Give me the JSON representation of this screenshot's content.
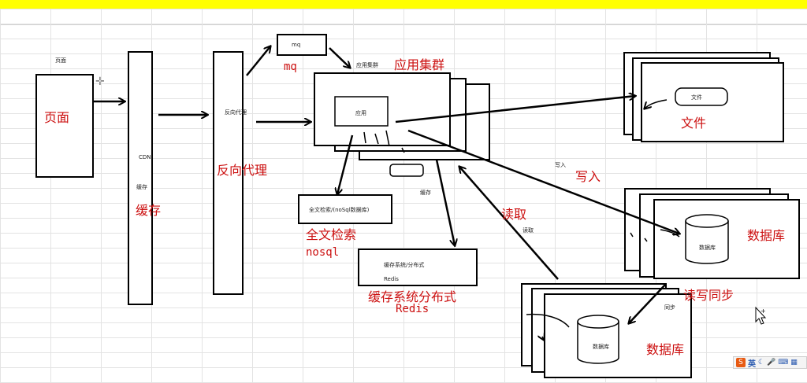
{
  "colors": {
    "toolbar": "#ffff00",
    "annotation": "#cc1010",
    "stroke": "#000000"
  },
  "nodes": {
    "page": {
      "small": "页面",
      "big": "页面"
    },
    "cdn": {
      "small1": "CDN",
      "small2": "缓存",
      "big": "缓存"
    },
    "proxy": {
      "small": "反向代理",
      "big": "反向代理"
    },
    "mq": {
      "small": "mq",
      "big": "mq"
    },
    "cluster": {
      "small": "应用集群",
      "big": "应用集群",
      "inner": "应用",
      "cache_small": "缓存"
    },
    "search": {
      "small": "全文检索/(noSql数据库)",
      "big1": "全文检索",
      "big2": "nosql"
    },
    "cache_sys": {
      "small1": "缓存系统/分布式",
      "small2": "Redis",
      "big1": "缓存系统分布式",
      "big2": "Redis"
    },
    "file": {
      "small": "文件",
      "big": "文件"
    },
    "db_top": {
      "small": "数据库",
      "big": "数据库"
    },
    "db_bottom": {
      "small": "数据库",
      "big": "数据库"
    }
  },
  "edges": {
    "write": {
      "small": "写入",
      "big": "写入"
    },
    "read": {
      "small": "读取",
      "big": "读取"
    },
    "sync": {
      "small": "同步",
      "big": "读写同步"
    }
  },
  "ime": {
    "lang": "英",
    "icons": [
      "moon-icon",
      "microphone-icon",
      "keyboard-icon",
      "grid-icon"
    ]
  }
}
